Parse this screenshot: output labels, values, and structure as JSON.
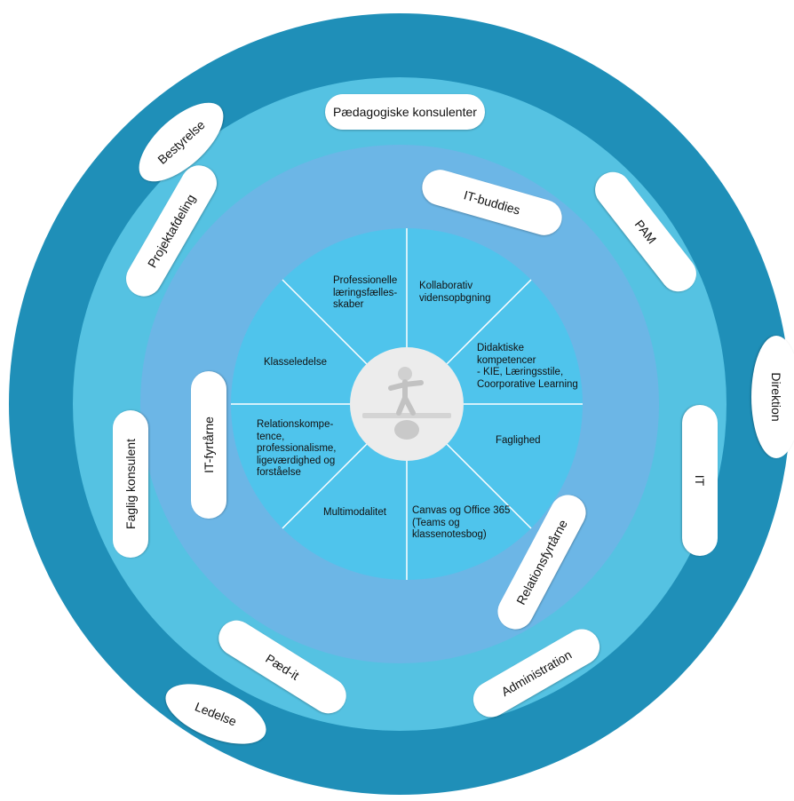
{
  "colors": {
    "outer_ring": "#1f8fb8",
    "middle_ring": "#55c2e2",
    "inner_ring": "#6cb6e6",
    "core": "#4fc4ec",
    "divider": "#ffffff",
    "pill": "#ffffff",
    "center_disc": "#ececec",
    "text": "#111111"
  },
  "center": {
    "icon": "balancing-figure-icon"
  },
  "segments": [
    {
      "id": "kollaborativ",
      "lines": [
        "Kollaborativ",
        "vidensopbgning"
      ]
    },
    {
      "id": "didaktiske",
      "lines": [
        "Didaktiske",
        "kompetencer",
        "- KIE, Læringsstile,",
        "Coorporative Learning"
      ]
    },
    {
      "id": "faglighed",
      "lines": [
        "Faglighed"
      ]
    },
    {
      "id": "canvas",
      "lines": [
        "Canvas og Office 365",
        "(Teams og",
        "klassenotesbog)"
      ]
    },
    {
      "id": "multimodalitet",
      "lines": [
        "Multimodalitet"
      ]
    },
    {
      "id": "relationskompetence",
      "lines": [
        "Relationskompe-",
        "tence,",
        "professionalisme,",
        "ligeværdighed og",
        "forståelse"
      ]
    },
    {
      "id": "klasseledelse",
      "lines": [
        "Klasseledelse"
      ]
    },
    {
      "id": "professionelle",
      "lines": [
        "Professionelle",
        "læringsfælles-",
        "skaber"
      ]
    }
  ],
  "inner_pills": [
    {
      "id": "it-buddies",
      "label": "IT-buddies"
    },
    {
      "id": "it-fyrtaarne",
      "label": "IT-fyrtårne"
    },
    {
      "id": "relationsfyrtaarne",
      "label": "Relationsfyrtårne"
    }
  ],
  "middle_pills": [
    {
      "id": "paedagogiske-konsulenter",
      "label": "Pædagogiske konsulenter"
    },
    {
      "id": "pam",
      "label": "PAM"
    },
    {
      "id": "it",
      "label": "IT"
    },
    {
      "id": "administration",
      "label": "Administration"
    },
    {
      "id": "paed-it",
      "label": "Pæd-it"
    },
    {
      "id": "faglig-konsulent",
      "label": "Faglig konsulent"
    },
    {
      "id": "projektafdeling",
      "label": "Projektafdeling"
    }
  ],
  "outer_ellipses": [
    {
      "id": "bestyrelse",
      "label": "Bestyrelse"
    },
    {
      "id": "direktion",
      "label": "Direktion"
    },
    {
      "id": "ledelse",
      "label": "Ledelse"
    }
  ]
}
